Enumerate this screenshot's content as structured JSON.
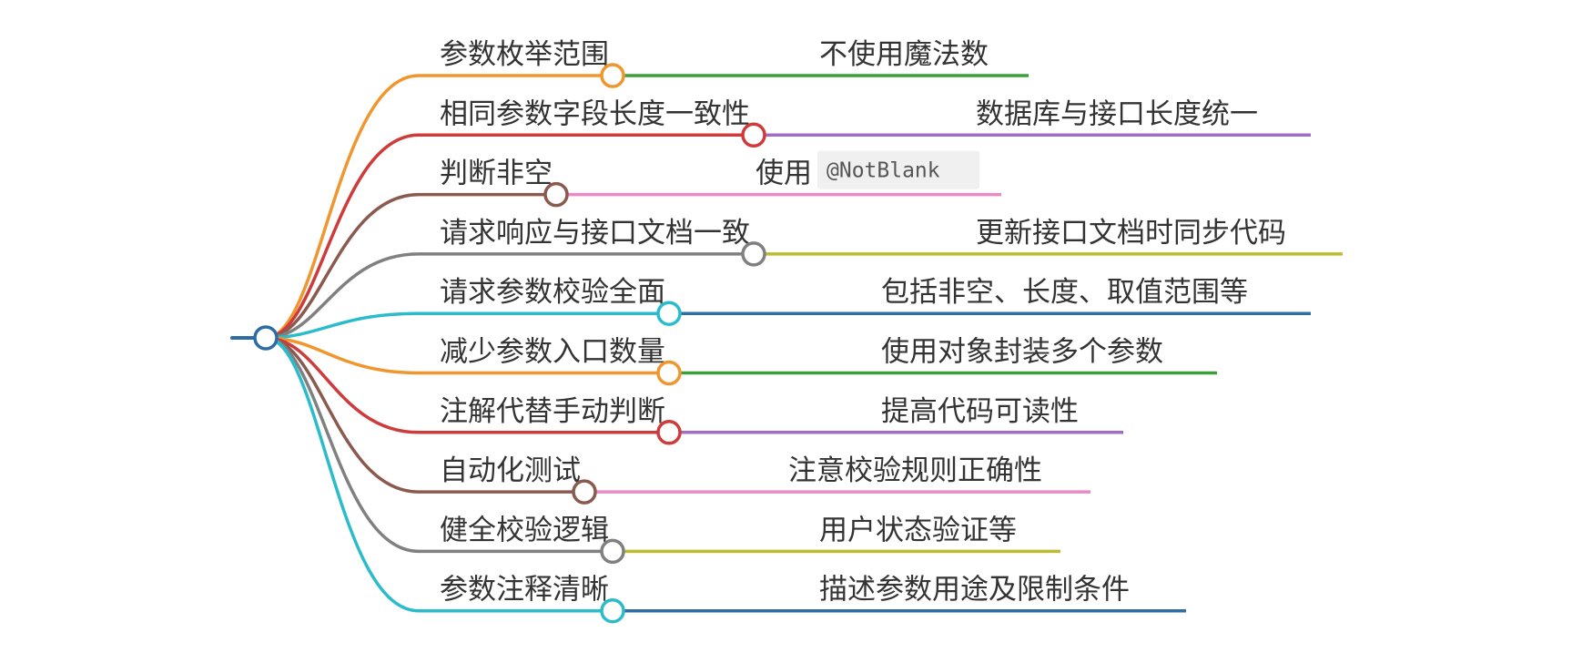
{
  "mindmap": {
    "root_color": "#2e6da4",
    "branches": [
      {
        "label": "参数枚举范围",
        "color": "#f0962e",
        "child": {
          "text": "不使用魔法数",
          "color": "#3aa13a"
        }
      },
      {
        "label": "相同参数字段长度一致性",
        "color": "#cf3a3a",
        "child": {
          "text": "数据库与接口长度统一",
          "color": "#a16cc4"
        }
      },
      {
        "label": "判断非空",
        "color": "#8b5a4e",
        "child": {
          "text": "使用",
          "code": "@NotBlank",
          "color": "#e88ac6"
        }
      },
      {
        "label": "请求响应与接口文档一致",
        "color": "#808080",
        "child": {
          "text": "更新接口文档时同步代码",
          "color": "#bcbc2f"
        }
      },
      {
        "label": "请求参数校验全面",
        "color": "#2bbccb",
        "child": {
          "text": "包括非空、长度、取值范围等",
          "color": "#2e6da4"
        }
      },
      {
        "label": "减少参数入口数量",
        "color": "#f0962e",
        "child": {
          "text": "使用对象封装多个参数",
          "color": "#3aa13a"
        }
      },
      {
        "label": "注解代替手动判断",
        "color": "#cf3a3a",
        "child": {
          "text": "提高代码可读性",
          "color": "#a16cc4"
        }
      },
      {
        "label": "自动化测试",
        "color": "#8b5a4e",
        "child": {
          "text": "注意校验规则正确性",
          "color": "#e88ac6"
        }
      },
      {
        "label": "健全校验逻辑",
        "color": "#808080",
        "child": {
          "text": "用户状态验证等",
          "color": "#bcbc2f"
        }
      },
      {
        "label": "参数注释清晰",
        "color": "#2bbccb",
        "child": {
          "text": "描述参数用途及限制条件",
          "color": "#2e6da4"
        }
      }
    ]
  }
}
